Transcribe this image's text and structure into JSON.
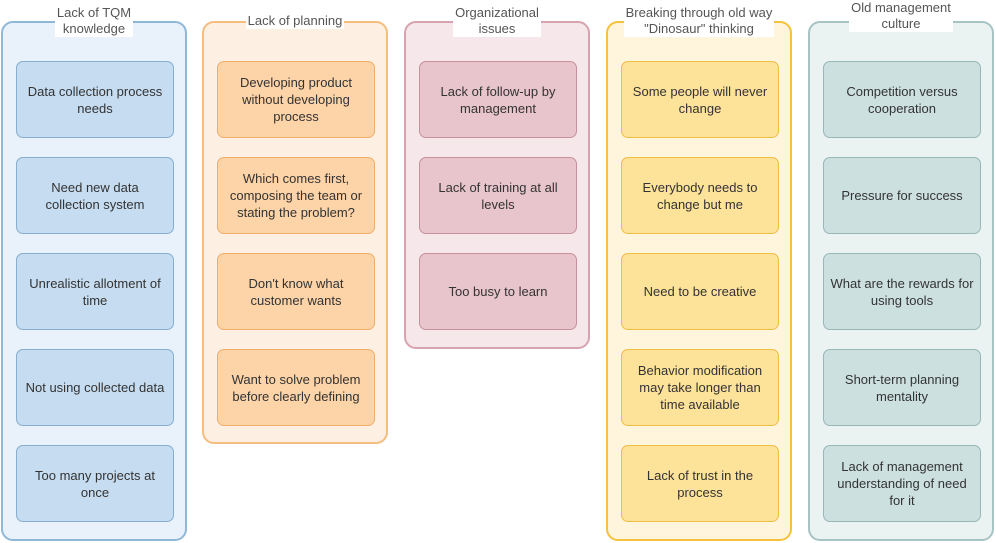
{
  "columns": [
    {
      "title": "Lack of TQM\nknowledge",
      "cards": [
        "Data collection process needs",
        "Need new data collection system",
        "Unrealistic allotment of time",
        "Not using collected data",
        "Too many projects at once"
      ]
    },
    {
      "title": "Lack of planning",
      "cards": [
        "Developing product without developing process",
        "Which comes first, composing the team or stating the problem?",
        "Don't know what customer wants",
        "Want to solve problem before clearly defining"
      ]
    },
    {
      "title": "Organizational\nissues",
      "cards": [
        "Lack of follow-up by management",
        "Lack of training at all levels",
        "Too busy to learn"
      ]
    },
    {
      "title": "Breaking through old way\n\"Dinosaur\" thinking",
      "cards": [
        "Some people will never change",
        "Everybody needs to change but me",
        "Need to be creative",
        "Behavior modification may take longer than time available",
        "Lack of trust in the process"
      ]
    },
    {
      "title": "Old management\nculture",
      "cards": [
        "Competition versus cooperation",
        "Pressure for success",
        "What are the rewards for using tools",
        "Short-term planning mentality",
        "Lack of management understanding of need for it"
      ]
    }
  ]
}
